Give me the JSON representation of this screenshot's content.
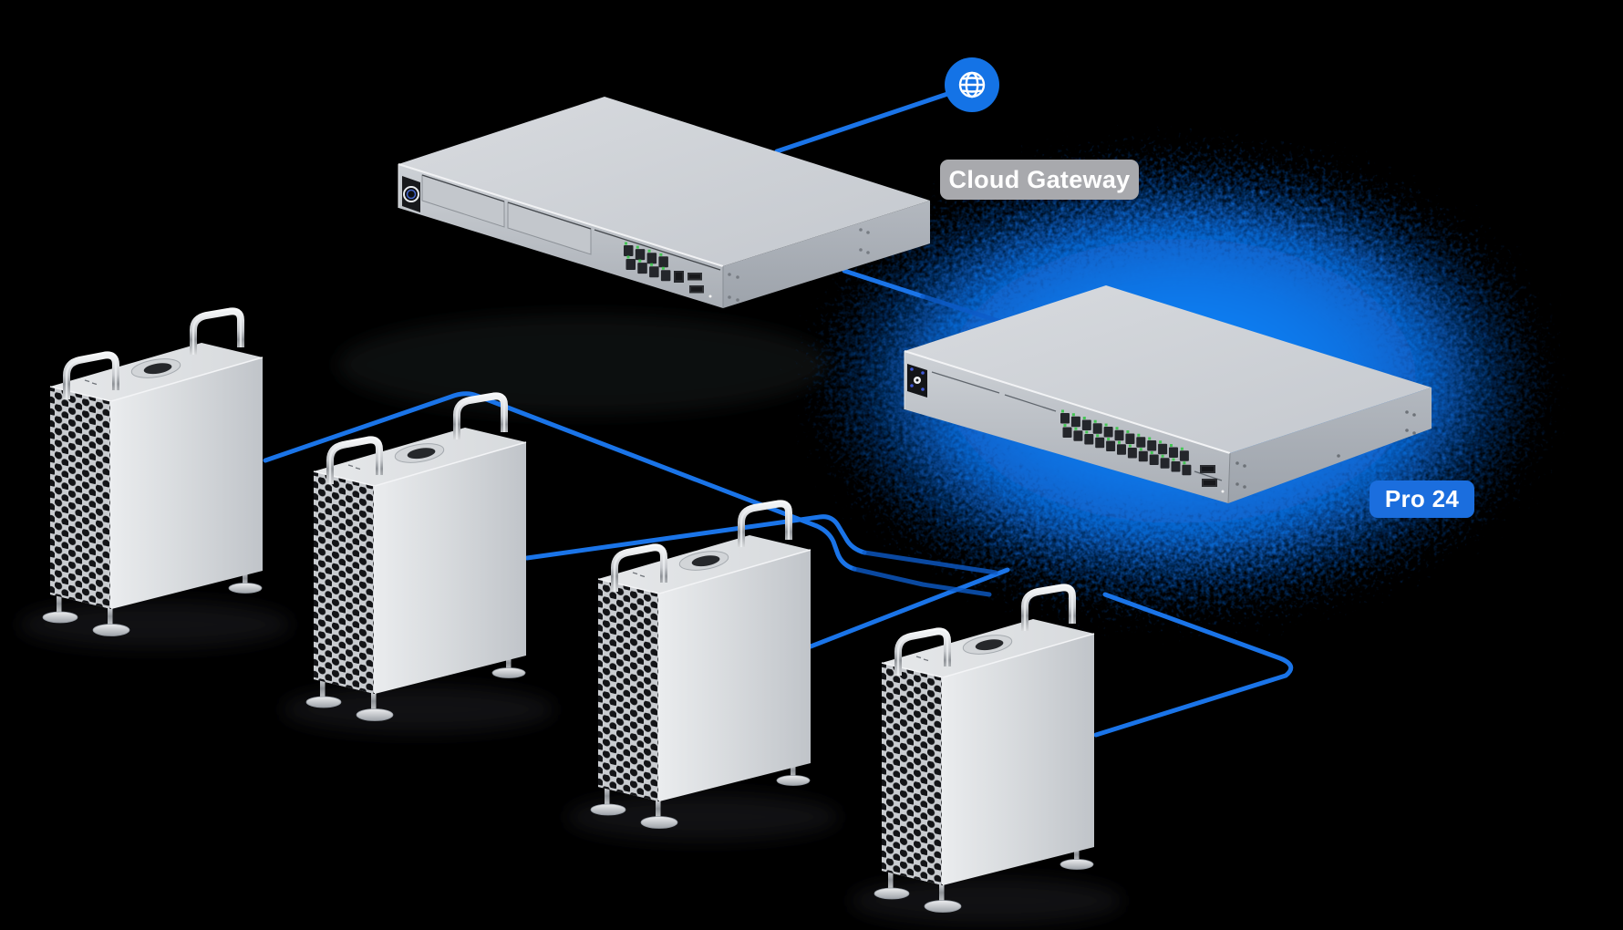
{
  "badges": {
    "cloud_gateway": {
      "label": "Cloud Gateway",
      "bg_color": "#a8a9ad",
      "text_color": "#ffffff"
    },
    "pro_24": {
      "label": "Pro 24",
      "bg_color": "#1b6ede",
      "text_color": "#ffffff"
    }
  },
  "icons": {
    "globe": {
      "name": "globe-icon",
      "bg_color": "#1473e6",
      "glyph_color": "#ffffff"
    }
  },
  "colors": {
    "background": "#000000",
    "connection_line": "#1a74e8",
    "connection_line_in_glow": "#0d5bc8",
    "glow_core": "#1489f8",
    "led_green": "#43c553",
    "port_dark": "#24262b"
  },
  "devices": {
    "gateway": {
      "name": "cloud-gateway-appliance",
      "rj45_ports": 8,
      "sfp_ports": 2,
      "drive_bays": 2
    },
    "switch": {
      "name": "pro-24-switch",
      "rj45_ports": 24,
      "sfp_ports": 2
    },
    "workstations": {
      "name": "mac-pro-tower",
      "count": 4
    }
  },
  "links": [
    {
      "name": "link-gateway-internet"
    },
    {
      "name": "link-gateway-switch"
    },
    {
      "name": "link-workstation1-switch"
    },
    {
      "name": "link-workstation2-switch"
    },
    {
      "name": "link-workstation3-switch"
    },
    {
      "name": "link-workstation4-switch"
    }
  ]
}
